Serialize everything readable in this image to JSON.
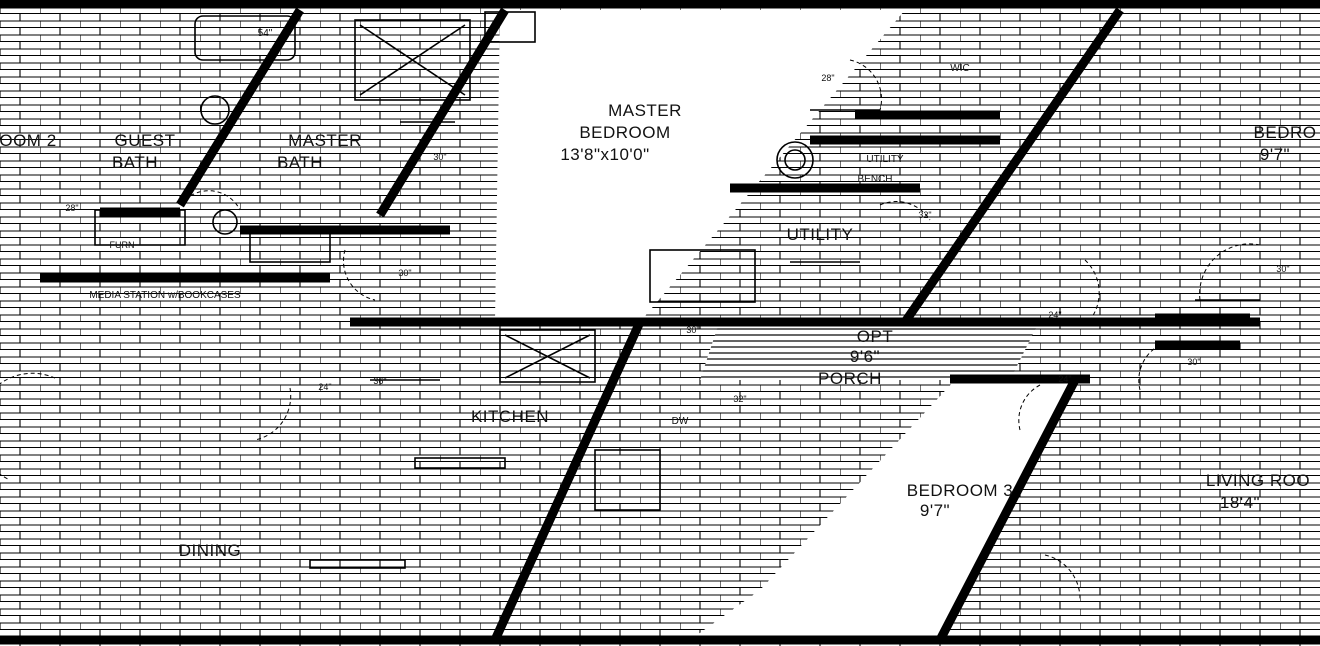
{
  "rooms": {
    "bedroom2": "OOM 2",
    "guest_bath_line1": "GUEST",
    "guest_bath_line2": "BATH",
    "master_bath_line1": "MASTER",
    "master_bath_line2": "BATH",
    "master_bedroom_line1": "MASTER",
    "master_bedroom_line2": "BEDROOM",
    "master_bedroom_size": "13'8\"x10'0\"",
    "wic": "WIC",
    "bedroom_right": "BEDRO",
    "bedroom_right_size": "9'7\"",
    "utility_bench_line1": "UTILITY",
    "utility_bench_line2": "BENCH",
    "utility": "UTILITY",
    "opt_porch_line1": "OPT",
    "opt_porch_size": "9'6\"",
    "opt_porch_line2": "PORCH",
    "kitchen": "KITCHEN",
    "dw": "DW",
    "bedroom3": "BEDROOM 3",
    "bedroom3_size": "9'7\"",
    "living_room": "LIVING ROO",
    "living_room_size": "18'4\"",
    "dining": "DINING",
    "media_station": "MEDIA STATION w/BOOKCASES",
    "furn": "FURN"
  },
  "fixtures": {
    "tub_size": "54\""
  },
  "door_widths": {
    "d24": "24\"",
    "d28": "28\"",
    "d30": "30\"",
    "d32": "32\"",
    "d36": "36\""
  }
}
